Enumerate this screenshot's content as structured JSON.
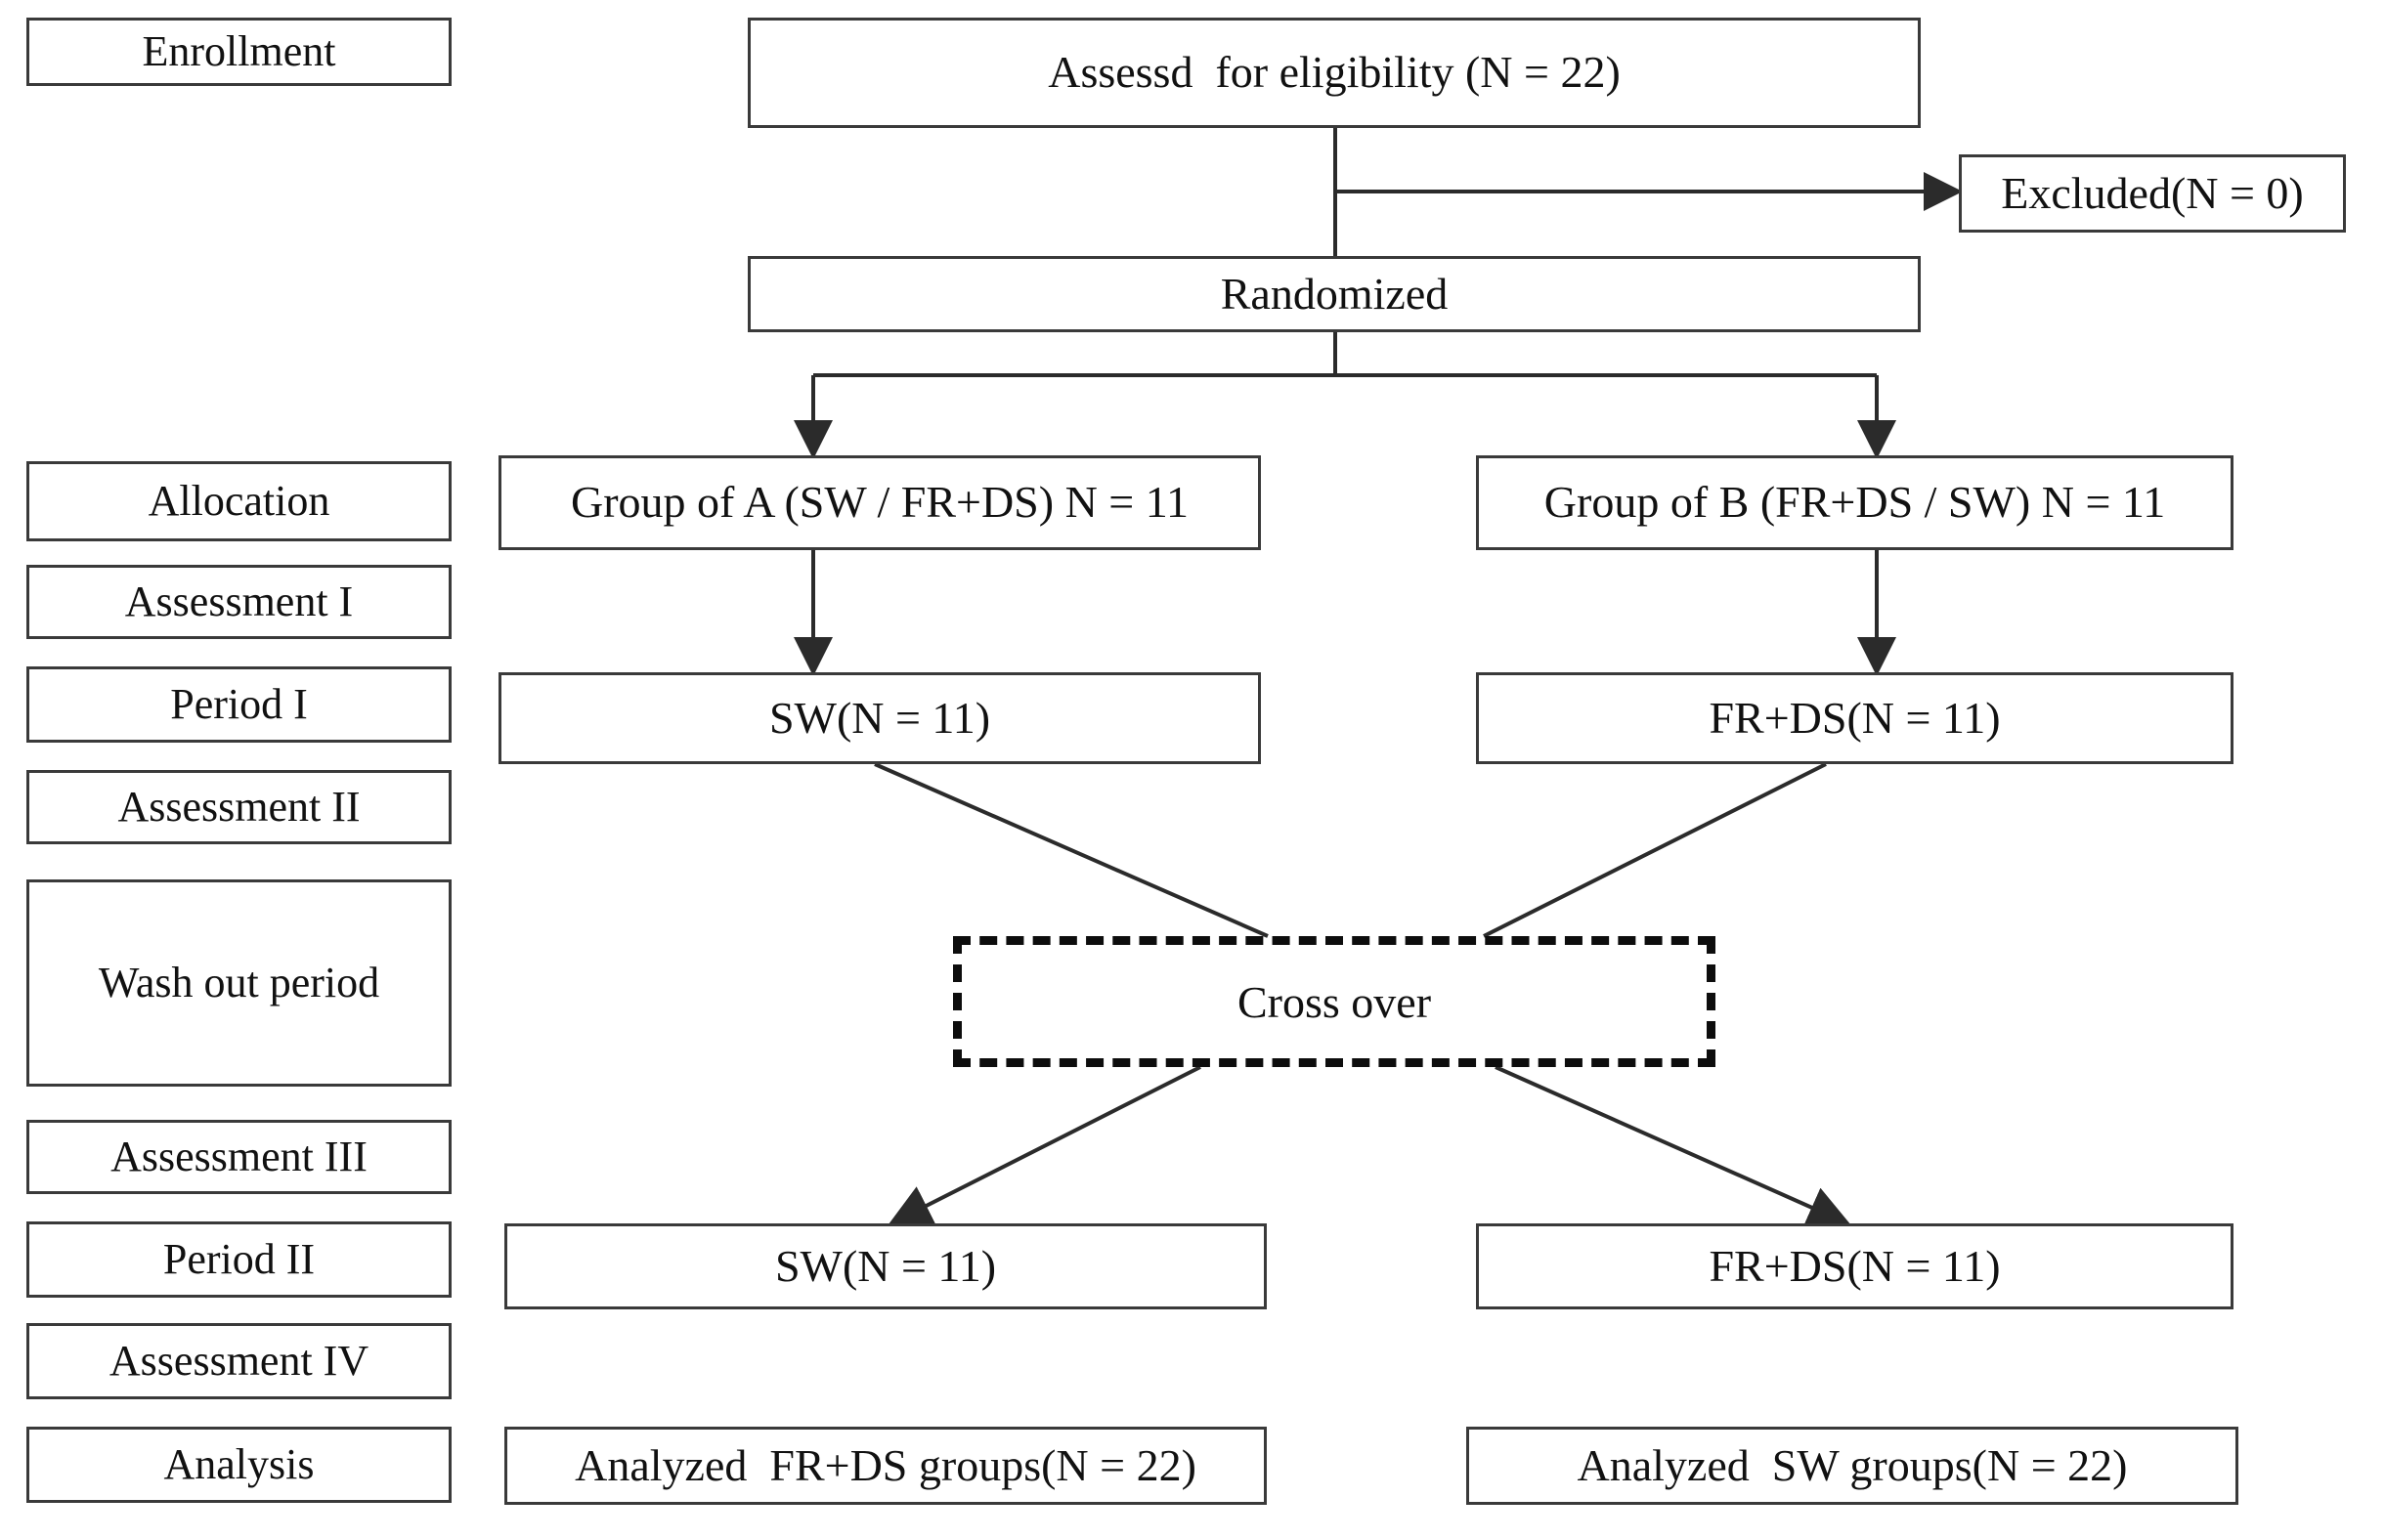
{
  "diagram": {
    "title": "CONSORT crossover trial flow diagram",
    "stroke_color": "#3a3a3a",
    "dash_color": "#0d0d0d",
    "text_color": "#111111"
  },
  "stage_labels": [
    {
      "id": "enrollment",
      "label": "Enrollment"
    },
    {
      "id": "allocation",
      "label": "Allocation"
    },
    {
      "id": "assessment-1",
      "label": "Assessment I"
    },
    {
      "id": "period-1",
      "label": "Period I"
    },
    {
      "id": "assessment-2",
      "label": "Assessment II"
    },
    {
      "id": "wash-out",
      "label": "Wash out period"
    },
    {
      "id": "assessment-3",
      "label": "Assessment III"
    },
    {
      "id": "period-2",
      "label": "Period II"
    },
    {
      "id": "assessment-4",
      "label": "Assessment IV"
    },
    {
      "id": "analysis",
      "label": "Analysis"
    }
  ],
  "flow": {
    "assessed": "Assessd  for eligibility (N = 22)",
    "excluded": "Excluded(N = 0)",
    "randomized": "Randomized",
    "group_a": "Group of A (SW / FR+DS) N = 11",
    "group_b": "Group of B (FR+DS / SW) N = 11",
    "period1_left": "SW(N = 11)",
    "period1_right": "FR+DS(N = 11)",
    "crossover": "Cross over",
    "period2_left": "SW(N = 11)",
    "period2_right": "FR+DS(N = 11)",
    "analysis_left": "Analyzed  FR+DS groups(N = 22)",
    "analysis_right": "Analyzed  SW groups(N = 22)"
  }
}
